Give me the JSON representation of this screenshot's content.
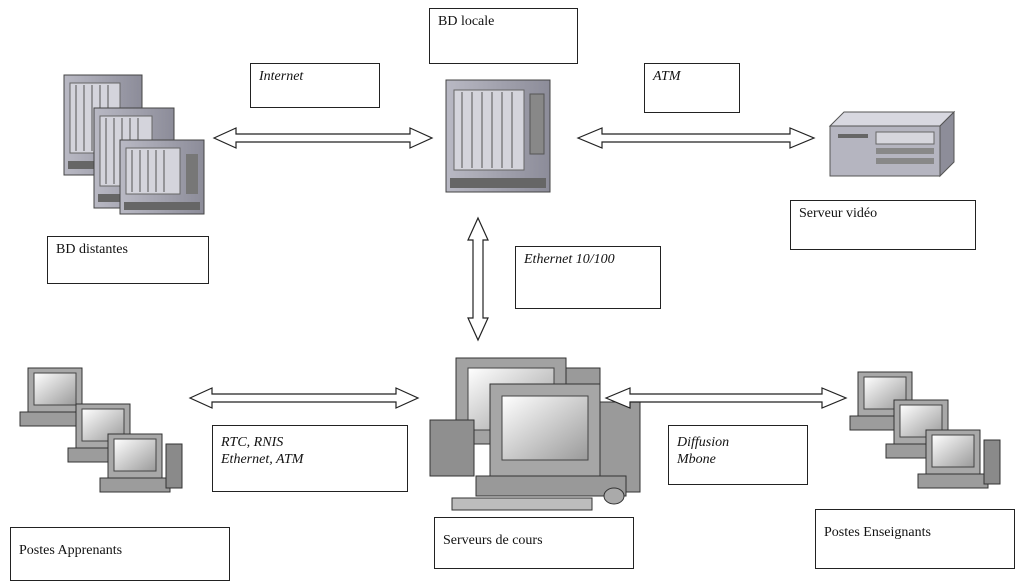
{
  "diagram": {
    "nodes": {
      "bd_locale": "BD locale",
      "bd_distantes": "BD distantes",
      "serveur_video": "Serveur vidéo",
      "serveurs_cours": "Serveurs de cours",
      "postes_apprenants": "Postes Apprenants",
      "postes_enseignants": "Postes Enseignants"
    },
    "links": {
      "internet": "Internet",
      "atm": "ATM",
      "ethernet": "Ethernet 10/100",
      "rtc_line1": "RTC, RNIS",
      "rtc_line2": "Ethernet, ATM",
      "diffusion_line1": "Diffusion",
      "diffusion_line2": "Mbone"
    }
  },
  "icons": [
    "server-rack-icon",
    "server-rack-stack-icon",
    "video-server-icon",
    "computer-cluster-icon",
    "workstation-stack-icon"
  ]
}
